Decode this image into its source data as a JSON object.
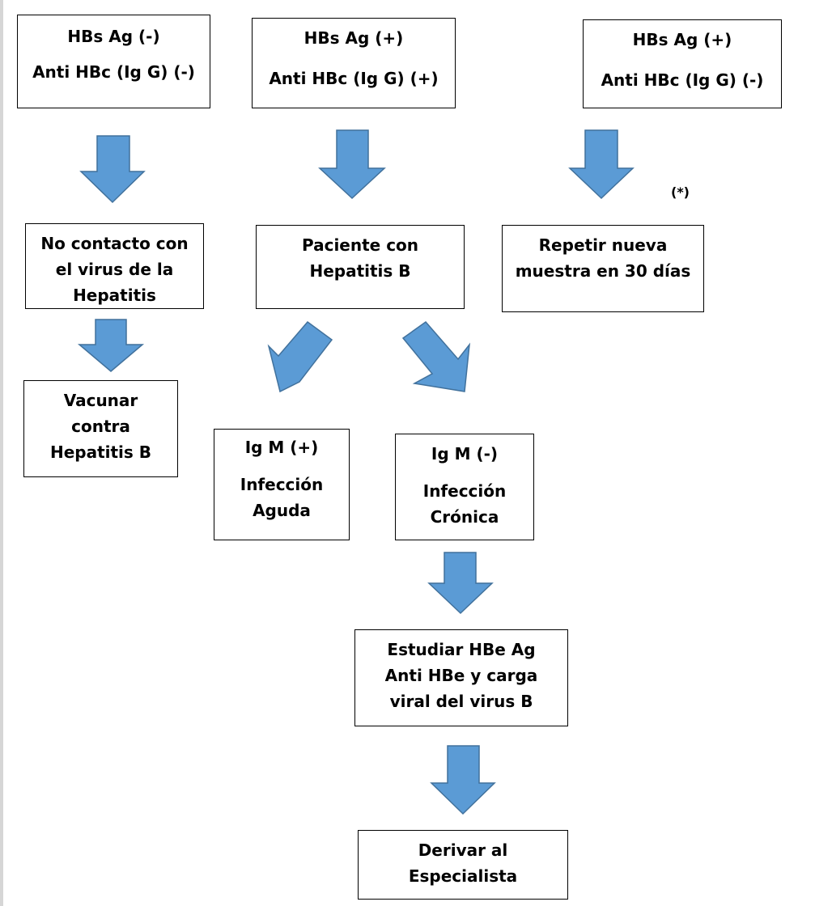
{
  "boxes": {
    "hbsag_neg": {
      "line1": "HBs Ag (-)",
      "line2": "Anti HBc (Ig G) (-)"
    },
    "hbsag_pos_antihbc_pos": {
      "line1": "HBs Ag (+)",
      "line2": "Anti HBc (Ig G) (+)"
    },
    "hbsag_pos_antihbc_neg": {
      "line1": "HBs Ag (+)",
      "line2": "Anti HBc (Ig G) (-)"
    },
    "no_contacto": {
      "line1": "No contacto con",
      "line2": "el virus de la",
      "line3": "Hepatitis"
    },
    "paciente": {
      "line1": "Paciente con",
      "line2": "Hepatitis B"
    },
    "repetir": {
      "line1": "Repetir nueva",
      "line2": "muestra en 30 días"
    },
    "vacunar": {
      "line1": "Vacunar",
      "line2": "contra",
      "line3": "Hepatitis B"
    },
    "igm_pos": {
      "line1": "Ig M (+)",
      "line2": "Infección",
      "line3": "Aguda"
    },
    "igm_neg": {
      "line1": "Ig M (-)",
      "line2": "Infección",
      "line3": "Crónica"
    },
    "estudiar": {
      "line1": "Estudiar HBe Ag",
      "line2": "Anti HBe y carga",
      "line3": "viral del virus B"
    },
    "derivar": {
      "line1": "Derivar al",
      "line2": "Especialista"
    }
  },
  "note": "(*)",
  "colors": {
    "arrow_fill": "#5b9bd5",
    "arrow_stroke": "#41719c",
    "box_border": "#000000"
  }
}
